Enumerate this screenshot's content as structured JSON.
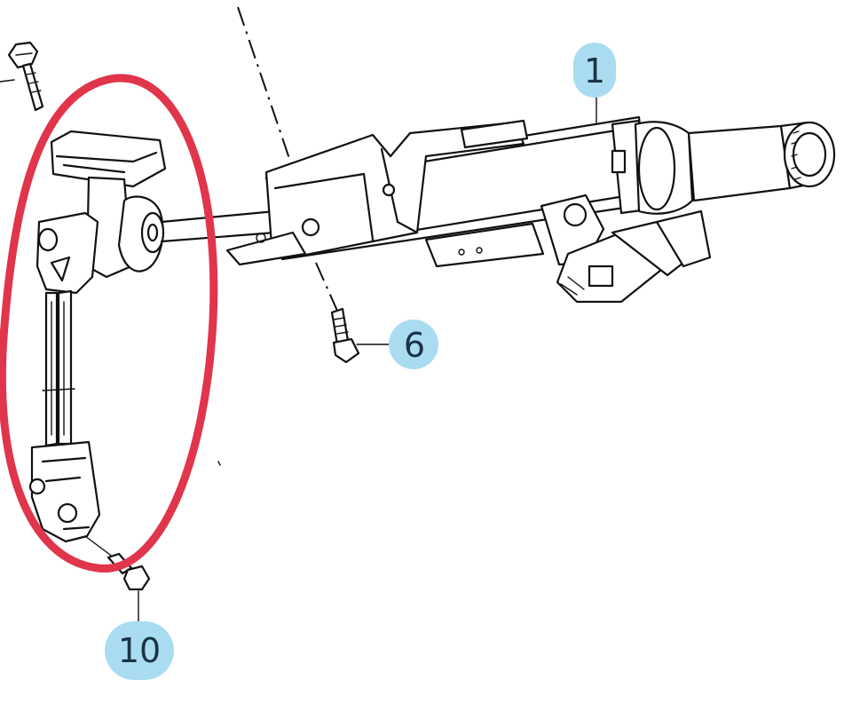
{
  "diagram": {
    "callouts": [
      {
        "id": "part-1",
        "label": "1"
      },
      {
        "id": "part-6",
        "label": "6"
      },
      {
        "id": "part-10",
        "label": "10"
      }
    ],
    "colors": {
      "line_art": "#111111",
      "callout_fill": "#a9dcf0",
      "highlight_ring": "#e0354a",
      "background": "#ffffff"
    }
  }
}
